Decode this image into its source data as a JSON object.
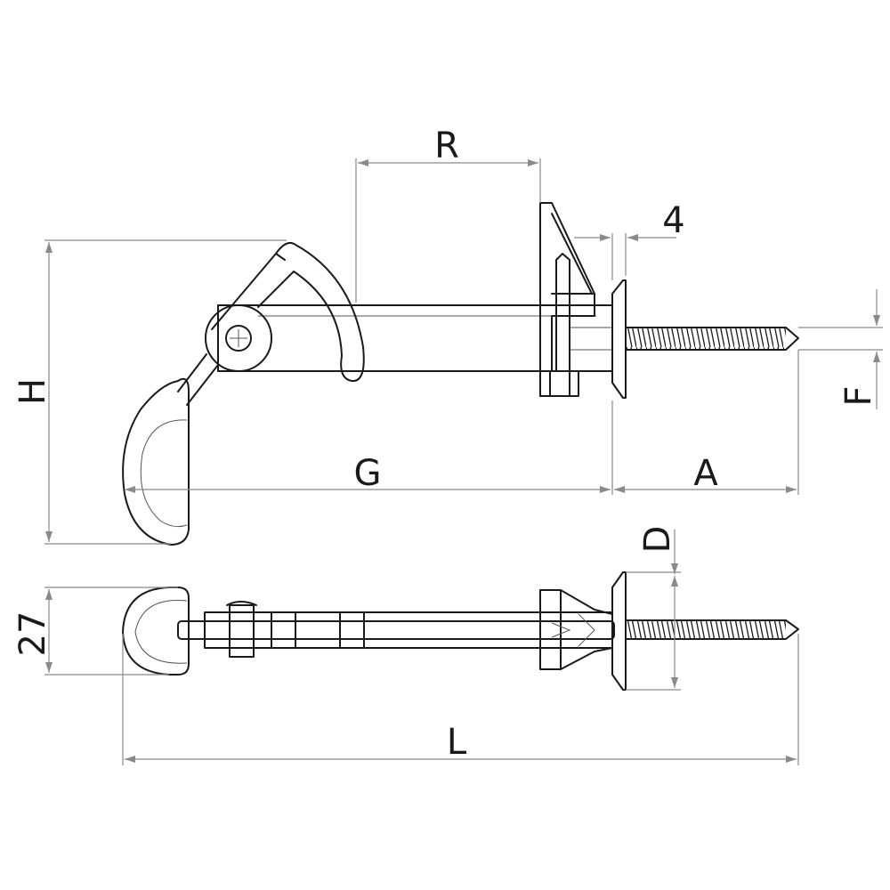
{
  "drawing": {
    "title_views": [
      "side-view",
      "top-view"
    ],
    "dimension_labels": {
      "R": "R",
      "four": "4",
      "H": "H",
      "F": "F",
      "G": "G",
      "A": "A",
      "D": "D",
      "width": "27",
      "L": "L"
    },
    "colors": {
      "object": "#1a1a1a",
      "dimension": "#8a8a8a",
      "background": "#ffffff"
    }
  }
}
